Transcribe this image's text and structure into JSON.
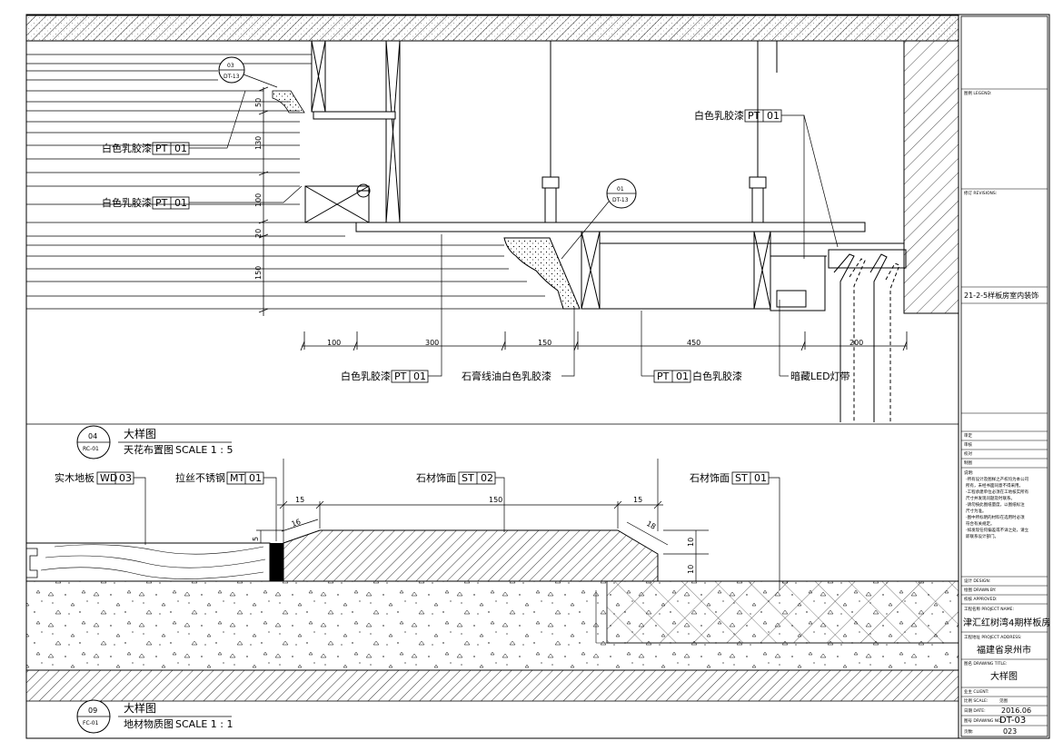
{
  "detail_04": {
    "labels": {
      "pt01_a": {
        "text": "白色乳胶漆",
        "code": "PT",
        "num": "01"
      },
      "pt01_b": {
        "text": "白色乳胶漆",
        "code": "PT",
        "num": "01"
      },
      "pt01_c": {
        "text": "白色乳胶漆",
        "code": "PT",
        "num": "01"
      },
      "pt01_d": {
        "text": "白色乳胶漆",
        "code": "PT",
        "num": "01"
      },
      "plaster": "石膏线油白色乳胶漆",
      "pt01_e": {
        "text": "白色乳胶漆",
        "code": "PT",
        "num": "01"
      },
      "led": "暗藏LED灯带"
    },
    "callout_top": {
      "num": "03",
      "sheet": "DT-13"
    },
    "callout_mid": {
      "num": "01",
      "sheet": "DT-13"
    },
    "dims_h": [
      "100",
      "300",
      "150",
      "450",
      "200"
    ],
    "dims_v": [
      "50",
      "130",
      "100",
      "20",
      "150"
    ],
    "title": {
      "num": "04",
      "sheet": "RC-01",
      "name": "大样图",
      "sub": "天花布置图",
      "scale": "SCALE 1 : 5"
    }
  },
  "detail_09": {
    "labels": {
      "wd03": {
        "text": "实木地板",
        "code": "WD",
        "num": "03"
      },
      "mt01": {
        "text": "拉丝不锈钢",
        "code": "MT",
        "num": "01"
      },
      "st02": {
        "text": "石材饰面",
        "code": "ST",
        "num": "02"
      },
      "st01": {
        "text": "石材饰面",
        "code": "ST",
        "num": "01"
      }
    },
    "dims": {
      "d15a": "15",
      "d150": "150",
      "d15b": "15",
      "d16": "16",
      "d18": "18",
      "d5": "5",
      "d10a": "10",
      "d10b": "10"
    },
    "title": {
      "num": "09",
      "sheet": "FC-01",
      "name": "大样图",
      "sub": "地材物质图",
      "scale": "SCALE 1 : 1"
    }
  },
  "title_block": {
    "legend": "图例 LEGEND:",
    "revisions": "修订 REVISIONS:",
    "project_vertical": "21-2-5样板房室内装饰",
    "sign_rows": [
      "审定",
      "审核",
      "校对",
      "制图"
    ],
    "notes_title": "说明:",
    "notes": [
      "-所有设计及图样之产权均为本公司",
      "所有，未经书面同意不得采用。",
      "-工程承建单位必须在工地核实所有",
      "尺寸并发现问题及时联系。",
      "-请勿按此图纸量度，以图纸标注",
      "尺寸为准。",
      "-图中所标明的材料在选用时必须",
      "符合有关规定。",
      "-如发现任何偏差或不详之处，请立",
      "即联系设计部门。"
    ],
    "design": "设计 DESIGN:",
    "drawn": "绘图 DRAWN BY:",
    "checked": "校核 APPROVED:",
    "project_name_label": "工程名称 PROJECT NAME:",
    "project_name": "津汇红树湾4期样板房",
    "address_label": "工程地址 PROJECT ADDRESS:",
    "address": "福建省泉州市",
    "drawing_title_label": "图名 DRAWING TITLE:",
    "drawing_title": "大样图",
    "client_label": "业主 CLIENT:",
    "scale_label": "比例 SCALE:",
    "scale_value": "见图",
    "date_label": "日期 DATE:",
    "date_value": "2016.06",
    "drawing_no_label": "图号 DRAWING NO:",
    "drawing_no": "DT-03",
    "page_label": "页数:",
    "page_no": "023"
  }
}
